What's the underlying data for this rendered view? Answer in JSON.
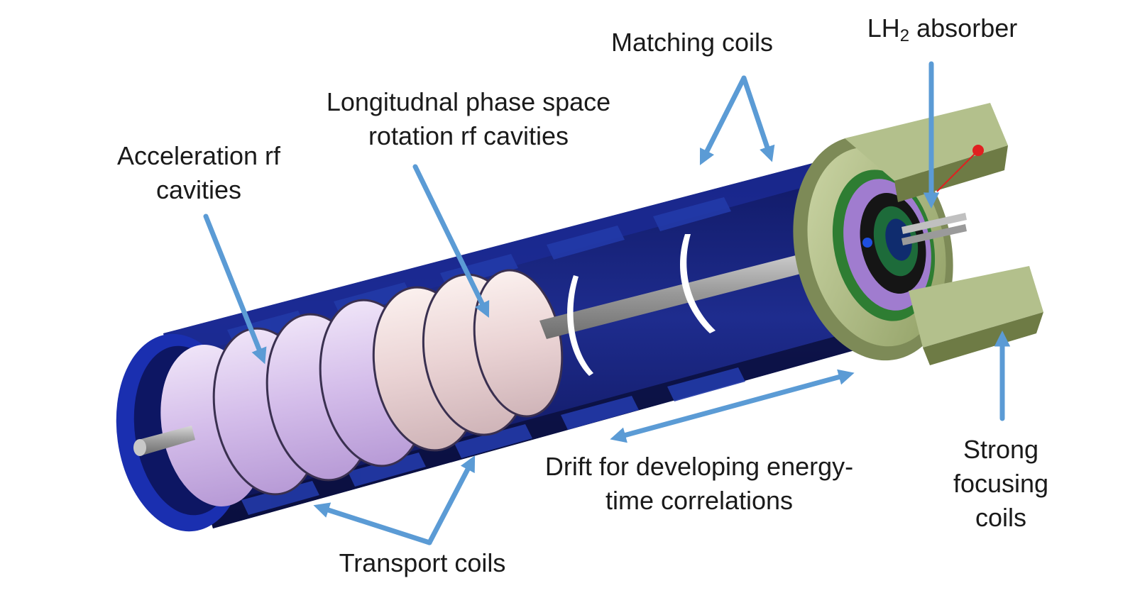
{
  "labels": {
    "acceleration": "Acceleration rf cavities",
    "acceleration_line1": "Acceleration rf",
    "acceleration_line2": "cavities",
    "phase_rotation_line1": "Longitudnal phase space",
    "phase_rotation_line2": "rotation rf cavities",
    "matching": "Matching coils",
    "absorber_prefix": "LH",
    "absorber_sub": "2",
    "absorber_suffix": " absorber",
    "drift_line1": "Drift for developing energy-",
    "drift_line2": "time correlations",
    "transport": "Transport coils",
    "focusing_line1": "Strong",
    "focusing_line2": "focusing",
    "focusing_line3": "coils"
  },
  "colors": {
    "arrow": "#5b9bd5",
    "coil_blue": "#17227a",
    "coil_dark": "#0d1240",
    "cavity_light": "#d9c9ee",
    "cavity_pale": "#ecd6d9",
    "focus_green": "#b7c48f",
    "inner_purple": "#a07ccf",
    "text": "#1a1a1a"
  }
}
